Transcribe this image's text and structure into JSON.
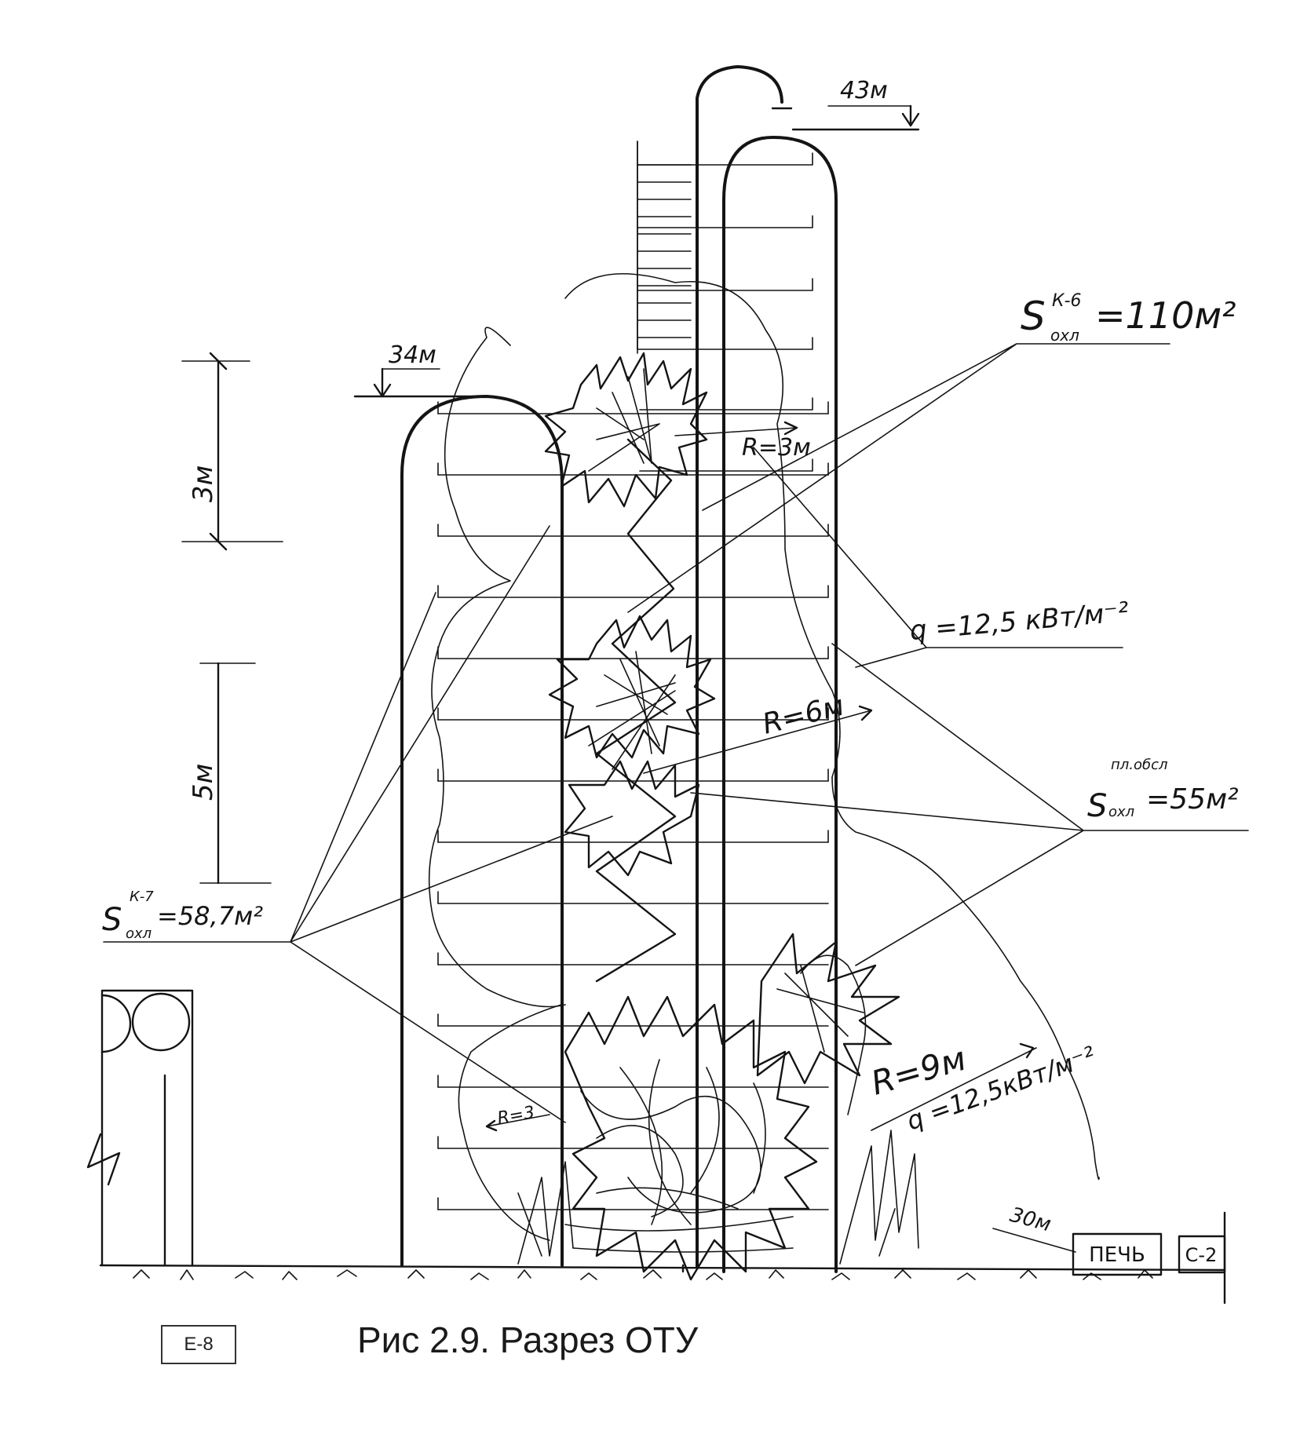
{
  "caption": "Рис 2.9. Разрез ОТУ",
  "sheet_tag": "Е-8",
  "levels": {
    "k6_top": "43м",
    "k7_top": "34м"
  },
  "dimensions": {
    "upper": "3м",
    "lower": "5м"
  },
  "areas": {
    "k6": {
      "symbol": "S",
      "sub": "охл",
      "sup": "К-6",
      "value": "=110м²"
    },
    "k7": {
      "symbol": "S",
      "sub": "охл",
      "sup": "К-7",
      "value": "=58,7м²"
    },
    "neighbor": {
      "symbol": "S",
      "sub": "охл",
      "sup": "пл.обсл",
      "value": "=55м²"
    }
  },
  "heat_flux_label": "q =12,5 кВт/м⁻²",
  "heat_flux_label_lower": "q =12,5кВт/м⁻²",
  "radii": {
    "r3_top": "R=3м",
    "r6": "R=6м",
    "r9": "R=9м",
    "r3_left": "R=3"
  },
  "distance_to_furnace": "30м",
  "furnace_label": "ПЕЧЬ",
  "equipment_label": "С-2"
}
